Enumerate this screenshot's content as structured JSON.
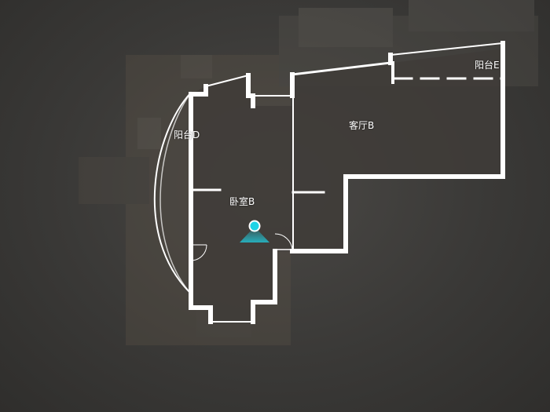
{
  "floorplan": {
    "rooms": [
      {
        "id": "balcony-e",
        "label": "阳台E"
      },
      {
        "id": "living-b",
        "label": "客厅B"
      },
      {
        "id": "balcony-d",
        "label": "阳台D"
      },
      {
        "id": "bedroom-b",
        "label": "卧室B"
      }
    ],
    "colors": {
      "wall": "#ffffff",
      "marker": "#1fd3e6",
      "background": "#3a3937"
    },
    "camera": {
      "icon": "camera-position-icon"
    }
  }
}
